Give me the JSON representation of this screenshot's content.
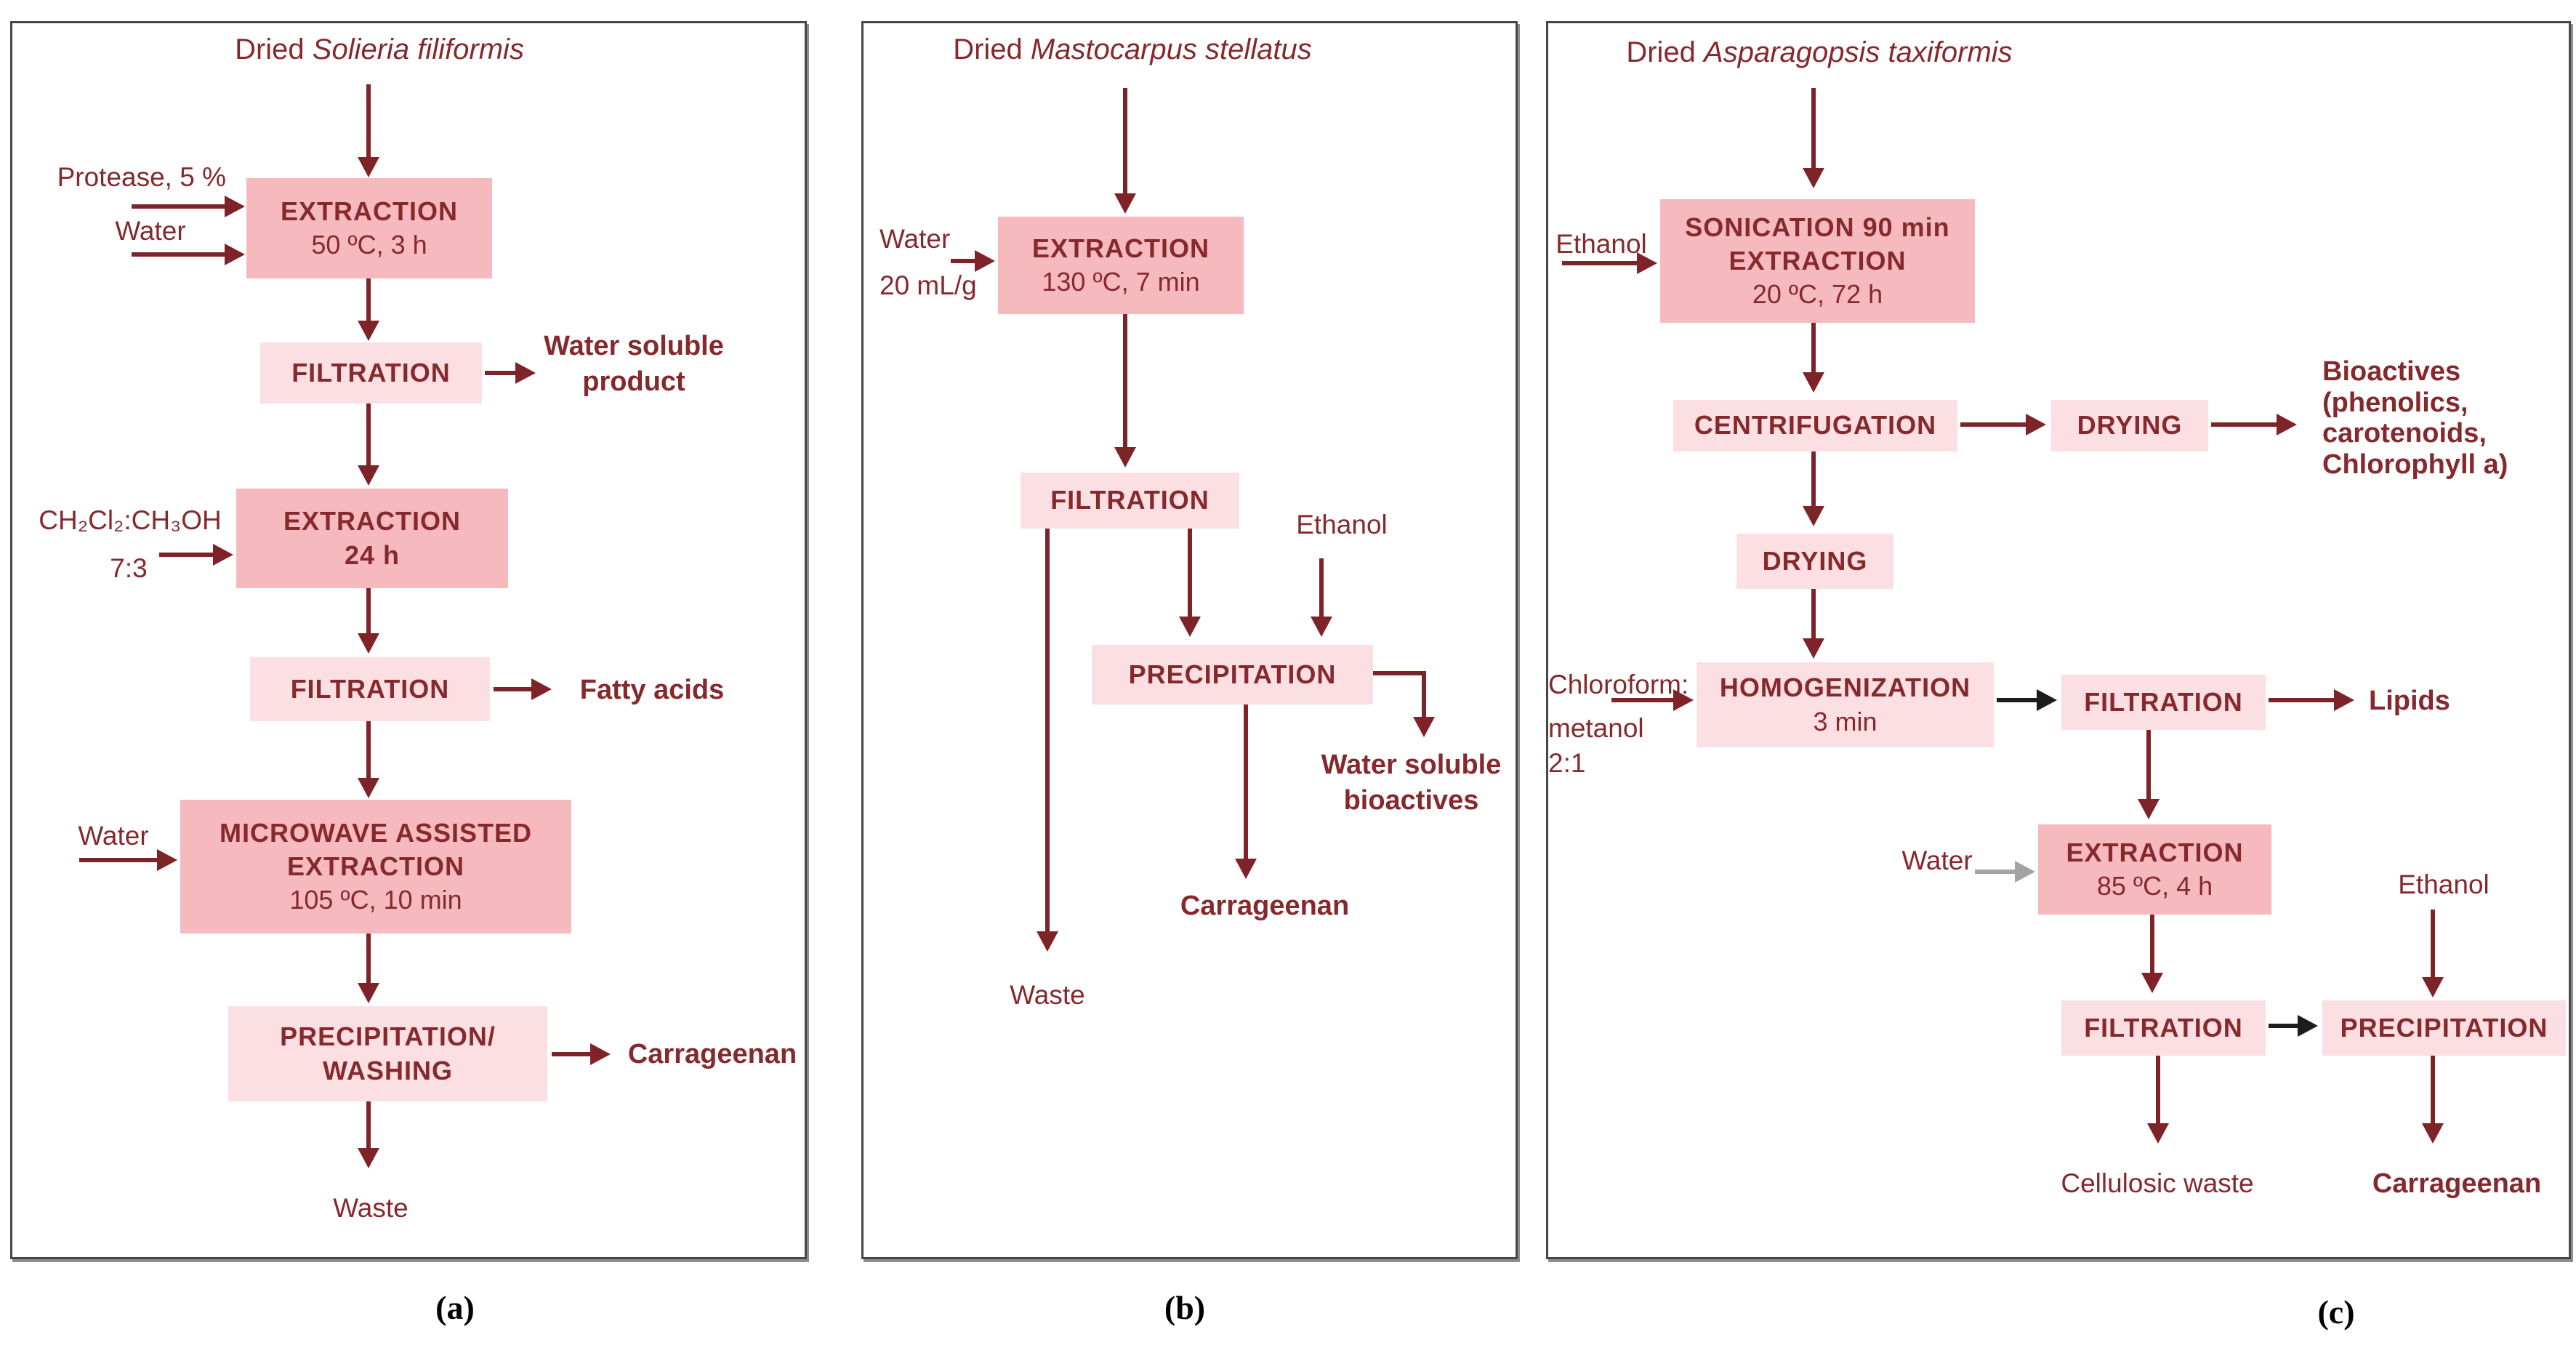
{
  "panel_a": {
    "caption": "(a)",
    "title_prefix": "Dried ",
    "title_species": "Solieria filiformis",
    "input_protease": "Protease, 5 %",
    "input_water1": "Water",
    "input_solvent_line1": "CH₂Cl₂:CH₃OH",
    "input_solvent_line2": "7:3",
    "input_water2": "Water",
    "box_extraction1_line1": "EXTRACTION",
    "box_extraction1_line2": "50 ºC, 3 h",
    "box_filtration1": "FILTRATION",
    "out_water_soluble_line1": "Water soluble",
    "out_water_soluble_line2": "product",
    "box_extraction2_line1": "EXTRACTION",
    "box_extraction2_line2": "24 h",
    "box_filtration2": "FILTRATION",
    "out_fatty_acids": "Fatty acids",
    "box_mae_line1": "MICROWAVE ASSISTED",
    "box_mae_line2": "EXTRACTION",
    "box_mae_line3": "105 ºC, 10 min",
    "box_precipitation_line1": "PRECIPITATION/",
    "box_precipitation_line2": "WASHING",
    "out_carrageenan": "Carrageenan",
    "out_waste": "Waste"
  },
  "panel_b": {
    "caption": "(b)",
    "title_prefix": "Dried ",
    "title_species": "Mastocarpus stellatus",
    "input_water_line1": "Water",
    "input_water_line2": "20 mL/g",
    "input_ethanol": "Ethanol",
    "box_extraction_line1": "EXTRACTION",
    "box_extraction_line2": "130 ºC, 7 min",
    "box_filtration": "FILTRATION",
    "box_precipitation": "PRECIPITATION",
    "out_water_soluble_line1": "Water soluble",
    "out_water_soluble_line2": "bioactives",
    "out_carrageenan": "Carrageenan",
    "out_waste": "Waste"
  },
  "panel_c": {
    "caption": "(c)",
    "title_prefix": "Dried ",
    "title_species": "Asparagopsis taxiformis",
    "input_ethanol1": "Ethanol",
    "input_chloroform_line1": "Chloroform:",
    "input_chloroform_line2": "metanol 2:1",
    "input_water": "Water",
    "input_ethanol2": "Ethanol",
    "box_sonication_line1": "SONICATION 90 min",
    "box_sonication_line2": "EXTRACTION",
    "box_sonication_line3": "20 ºC, 72 h",
    "box_centrifugation": "CENTRIFUGATION",
    "box_drying1": "DRYING",
    "box_drying2": "DRYING",
    "box_homogenization_line1": "HOMOGENIZATION",
    "box_homogenization_line2": "3 min",
    "box_filtration1": "FILTRATION",
    "out_lipids": "Lipids",
    "out_bioactives_line1": "Bioactives",
    "out_bioactives_line2": "(phenolics,",
    "out_bioactives_line3": "carotenoids,",
    "out_bioactives_line4": "Chlorophyll a)",
    "box_extraction_line1": "EXTRACTION",
    "box_extraction_line2": "85 ºC, 4 h",
    "box_filtration2": "FILTRATION",
    "box_precipitation": "PRECIPITATION",
    "out_cellulosic_waste": "Cellulosic waste",
    "out_carrageenan": "Carrageenan"
  }
}
